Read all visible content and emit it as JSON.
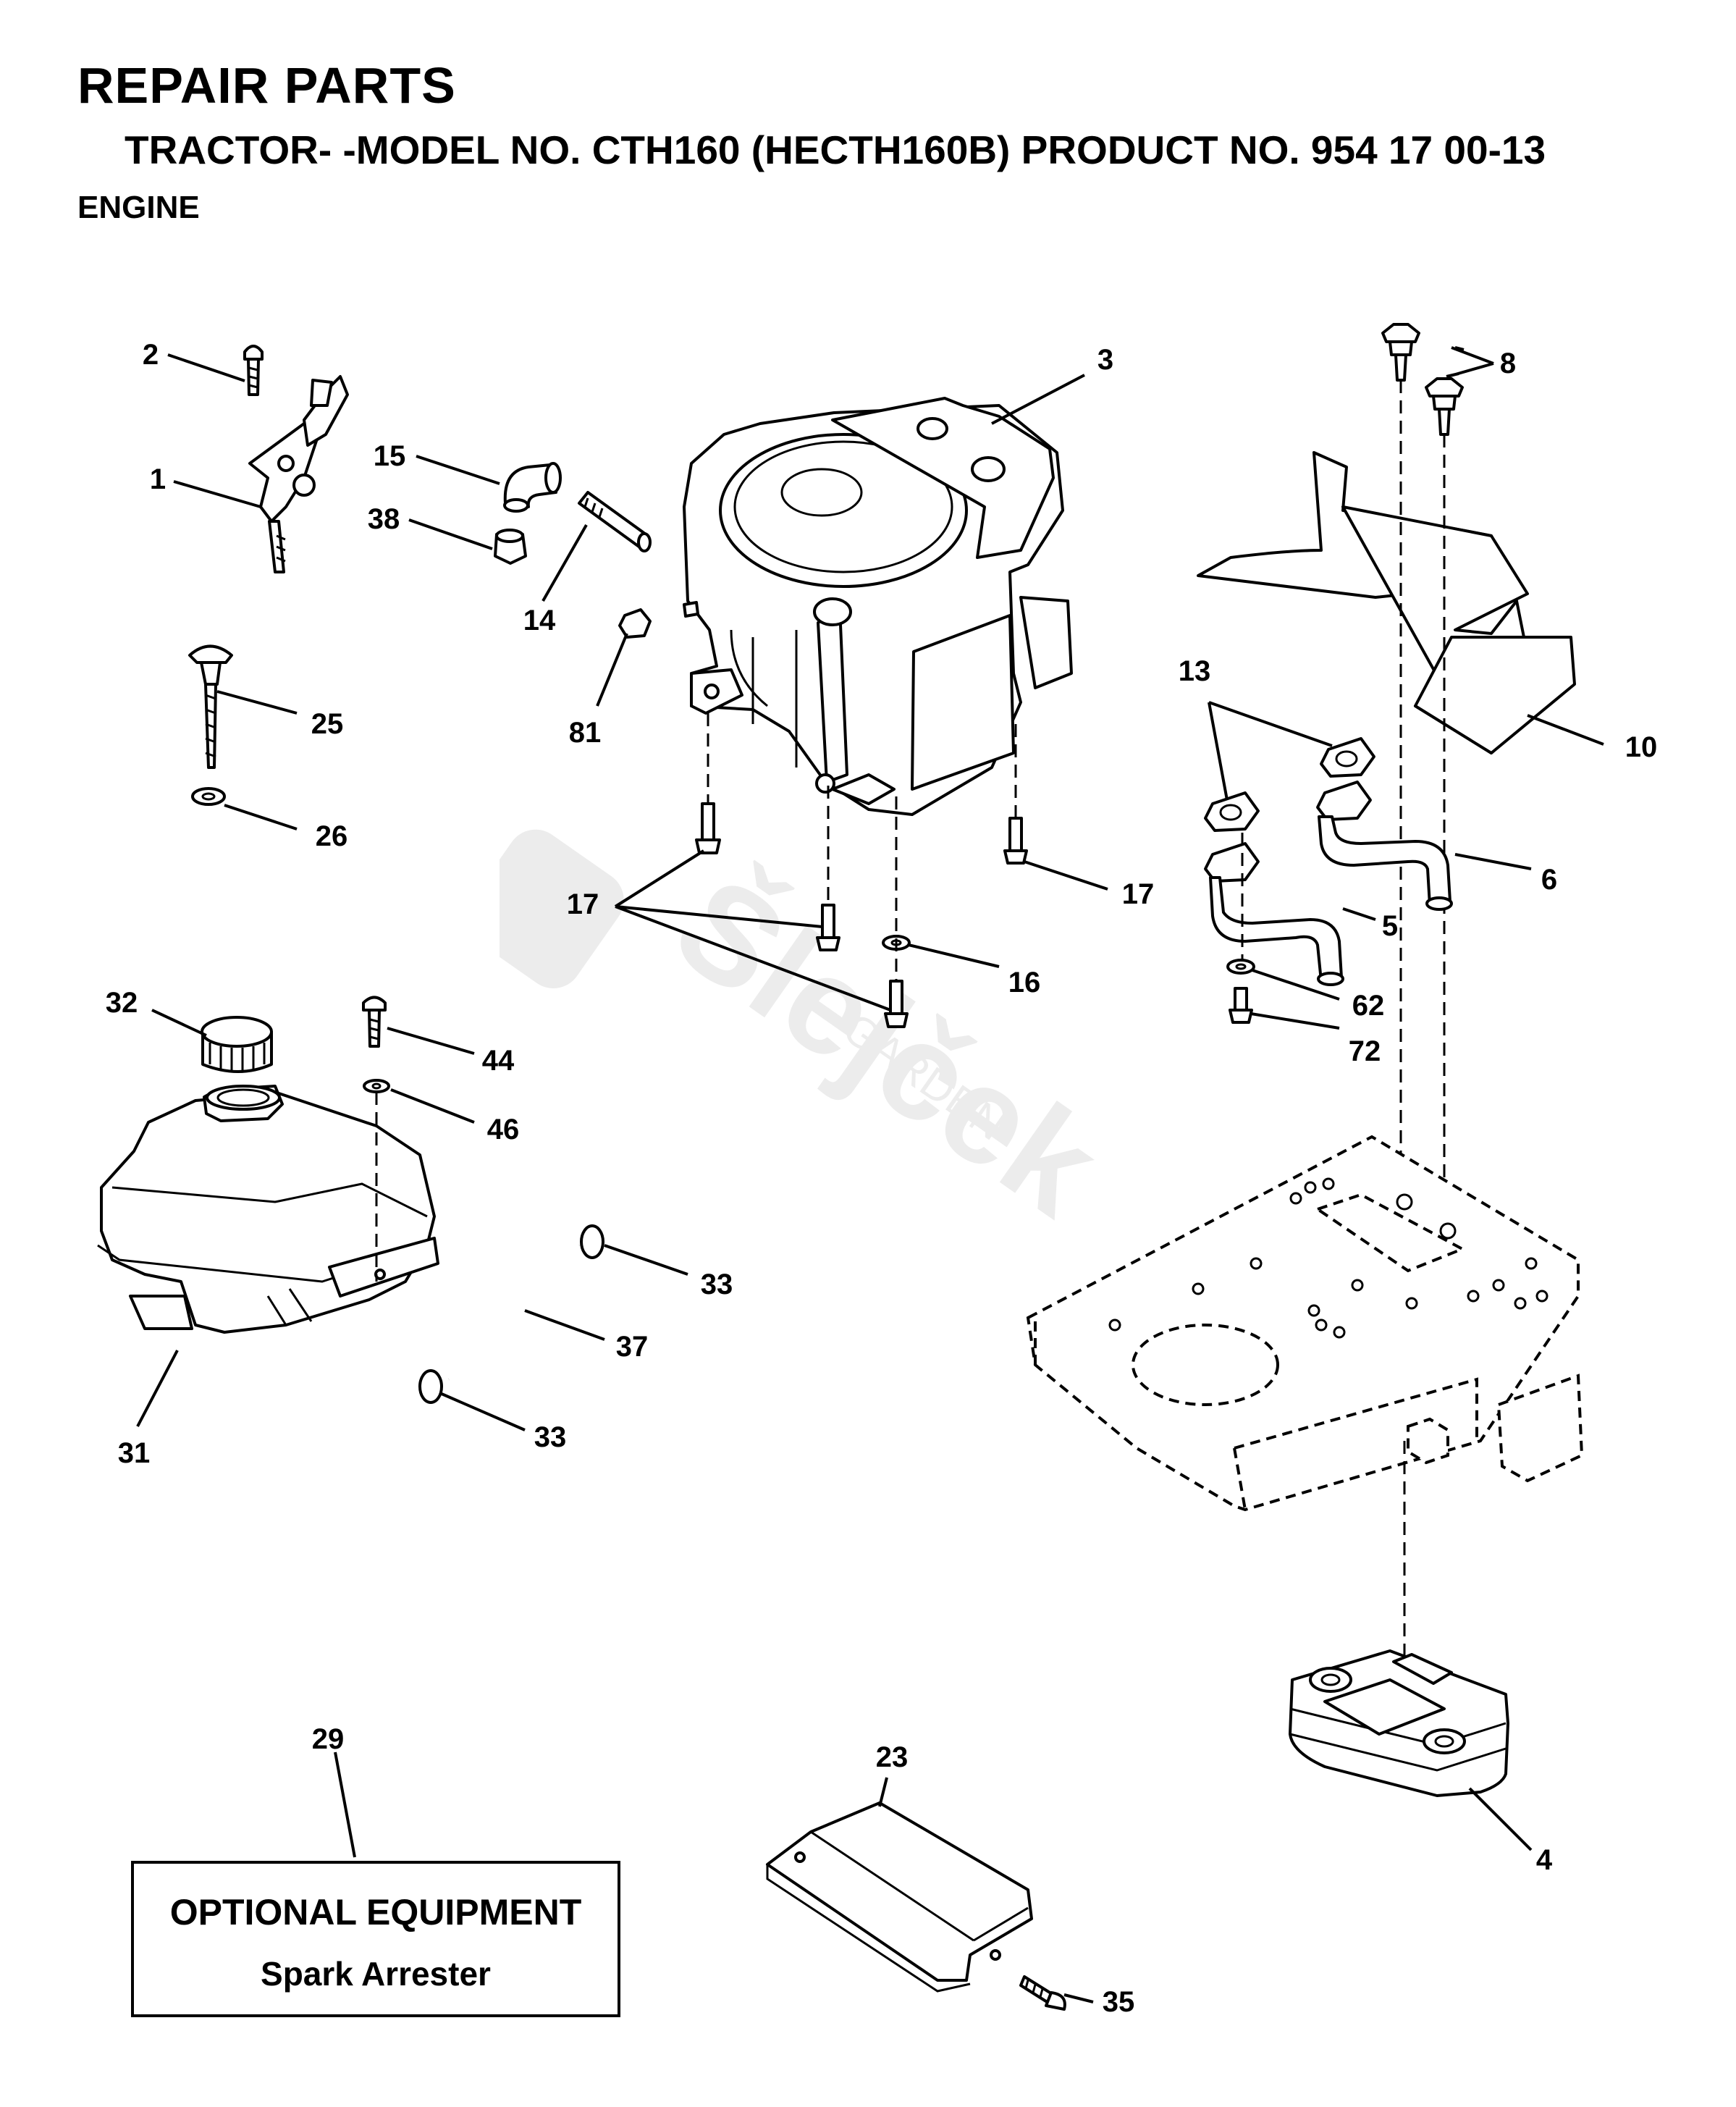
{
  "header": {
    "title": "REPAIR PARTS",
    "subtitle": "TRACTOR- -MODEL NO. CTH160 (HECTH160B) PRODUCT NO. 954 17 00-13",
    "section": "ENGINE"
  },
  "callouts": {
    "c1": "1",
    "c2": "2",
    "c3": "3",
    "c4": "4",
    "c5": "5",
    "c6": "6",
    "c8": "8",
    "c10": "10",
    "c13": "13",
    "c14": "14",
    "c15": "15",
    "c16": "16",
    "c17a": "17",
    "c17b": "17",
    "c23": "23",
    "c25": "25",
    "c26": "26",
    "c29": "29",
    "c31": "31",
    "c32": "32",
    "c33a": "33",
    "c33b": "33",
    "c35": "35",
    "c37": "37",
    "c38": "38",
    "c44": "44",
    "c46": "46",
    "c62": "62",
    "c72": "72",
    "c81": "81"
  },
  "optional_box": {
    "title": "OPTIONAL EQUIPMENT",
    "item": "Spark Arrester"
  },
  "watermark": {
    "text": "Šlejček",
    "subtext": "GARDEN"
  }
}
